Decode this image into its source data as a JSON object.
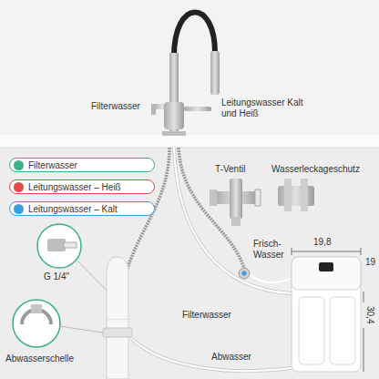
{
  "diagram": {
    "labels": [
      "Filterwasser",
      "Leitungswasser Kalt und Heiß",
      "T-Ventil",
      "Wasserleckageschutz",
      "19,8",
      "19",
      "G 1/4\"",
      "Frisch- Wasser",
      "30,4",
      "Filterwasser",
      "Abwasserschelle",
      "Abwasser"
    ],
    "legend": [
      {
        "text": "Filterwasser",
        "color": "#3fae8c"
      },
      {
        "text": "Leitungswasser – Heiß",
        "color": "#e04b4b"
      },
      {
        "text": "Leitungswasser – Kalt",
        "color": "#3a9fd8"
      }
    ]
  }
}
